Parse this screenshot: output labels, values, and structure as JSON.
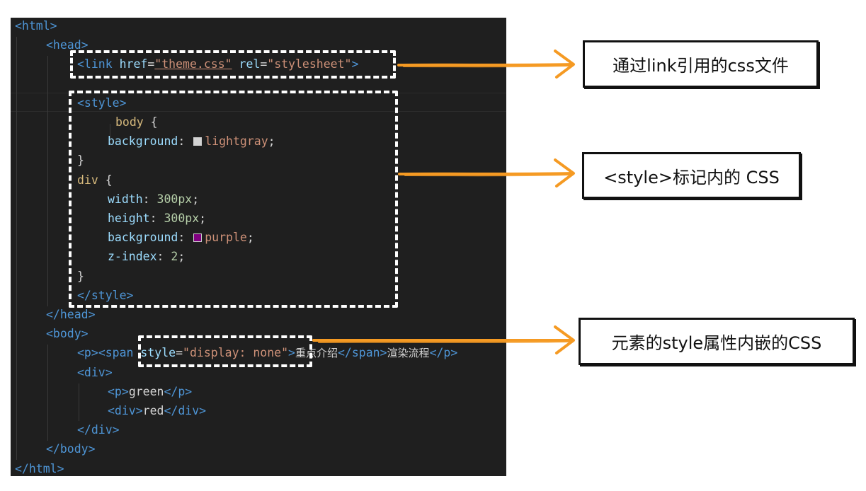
{
  "code": {
    "lines": [
      [
        {
          "t": "<html>",
          "c": "tag"
        }
      ],
      [
        {
          "t": "<head>",
          "c": "tag"
        }
      ],
      [
        {
          "t": "<link ",
          "c": "tag"
        },
        {
          "t": "href",
          "c": "attr"
        },
        {
          "t": "=",
          "c": "txt"
        },
        {
          "t": "\"theme.css\"",
          "c": "str u"
        },
        {
          "t": " ",
          "c": "txt"
        },
        {
          "t": "rel",
          "c": "attr"
        },
        {
          "t": "=",
          "c": "txt"
        },
        {
          "t": "\"stylesheet\"",
          "c": "str"
        },
        {
          "t": ">",
          "c": "tag"
        }
      ],
      [],
      [
        {
          "t": "<style>",
          "c": "tag"
        }
      ],
      [
        {
          "t": "body ",
          "c": "sel"
        },
        {
          "t": "{",
          "c": "txt"
        }
      ],
      [
        {
          "t": "background",
          "c": "prop"
        },
        {
          "t": ": ",
          "c": "txt"
        },
        {
          "sw": "gray"
        },
        {
          "t": "lightgray",
          "c": "str"
        },
        {
          "t": ";",
          "c": "txt"
        }
      ],
      [
        {
          "t": "}",
          "c": "txt"
        }
      ],
      [
        {
          "t": "div ",
          "c": "sel"
        },
        {
          "t": "{",
          "c": "txt"
        }
      ],
      [
        {
          "t": "width",
          "c": "prop"
        },
        {
          "t": ": ",
          "c": "txt"
        },
        {
          "t": "300px",
          "c": "num"
        },
        {
          "t": ";",
          "c": "txt"
        }
      ],
      [
        {
          "t": "height",
          "c": "prop"
        },
        {
          "t": ": ",
          "c": "txt"
        },
        {
          "t": "300px",
          "c": "num"
        },
        {
          "t": ";",
          "c": "txt"
        }
      ],
      [
        {
          "t": "background",
          "c": "prop"
        },
        {
          "t": ": ",
          "c": "txt"
        },
        {
          "sw": "purple"
        },
        {
          "t": "purple",
          "c": "str"
        },
        {
          "t": ";",
          "c": "txt"
        }
      ],
      [
        {
          "t": "z-index",
          "c": "prop"
        },
        {
          "t": ": ",
          "c": "txt"
        },
        {
          "t": "2",
          "c": "num"
        },
        {
          "t": ";",
          "c": "txt"
        }
      ],
      [
        {
          "t": "}",
          "c": "txt"
        }
      ],
      [
        {
          "t": "</style>",
          "c": "tag"
        }
      ],
      [
        {
          "t": "</head>",
          "c": "tag"
        }
      ],
      [
        {
          "t": "<body>",
          "c": "tag"
        }
      ],
      [
        {
          "t": "<p>",
          "c": "tag"
        },
        {
          "t": "<span ",
          "c": "tag"
        },
        {
          "t": "style",
          "c": "attr"
        },
        {
          "t": "=",
          "c": "txt"
        },
        {
          "t": "\"display: none\"",
          "c": "str"
        },
        {
          "t": ">",
          "c": "tag"
        },
        {
          "t": "重点介绍",
          "c": "zh"
        },
        {
          "t": "</span>",
          "c": "tag"
        },
        {
          "t": "渲染流程",
          "c": "zh"
        },
        {
          "t": "</p>",
          "c": "tag"
        }
      ],
      [
        {
          "t": "<div>",
          "c": "tag"
        }
      ],
      [
        {
          "t": "<p>",
          "c": "tag"
        },
        {
          "t": "green",
          "c": "txt"
        },
        {
          "t": "</p>",
          "c": "tag"
        }
      ],
      [
        {
          "t": "<div>",
          "c": "tag"
        },
        {
          "t": "red",
          "c": "txt"
        },
        {
          "t": "</div>",
          "c": "tag"
        }
      ],
      [
        {
          "t": "</div>",
          "c": "tag"
        }
      ],
      [
        {
          "t": "</body>",
          "c": "tag"
        }
      ],
      [
        {
          "t": "</html>",
          "c": "tag"
        }
      ]
    ]
  },
  "callouts": {
    "link": "通过link引用的css文件",
    "style_tag": "<style>标记内的 CSS",
    "inline": "元素的style属性内嵌的CSS"
  },
  "colors": {
    "editor_bg": "#1f1f1f",
    "arrow": "#f59a23",
    "highlight_box": "#ffffff"
  }
}
